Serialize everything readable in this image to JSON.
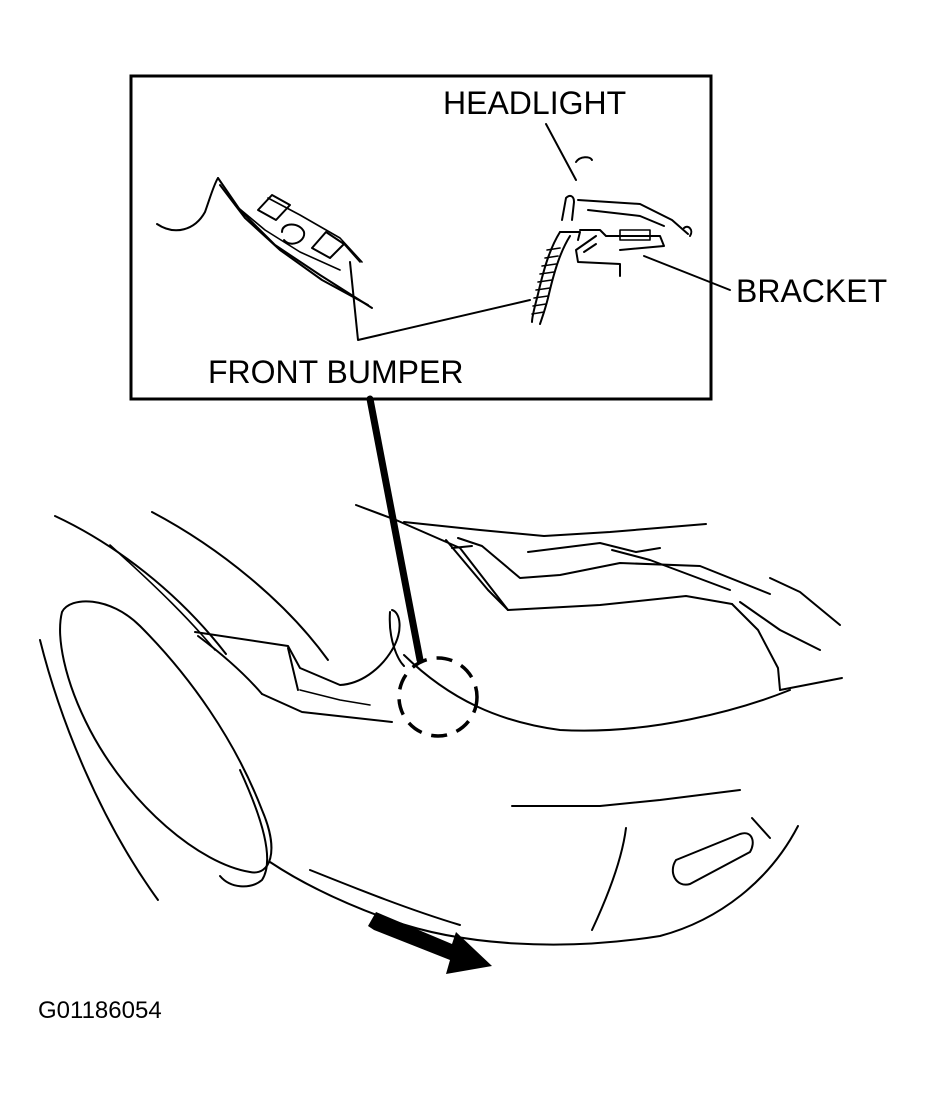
{
  "labels": {
    "headlight": "HEADLIGHT",
    "bracket": "BRACKET",
    "front_bumper": "FRONT BUMPER",
    "figure_code": "G01186054"
  }
}
